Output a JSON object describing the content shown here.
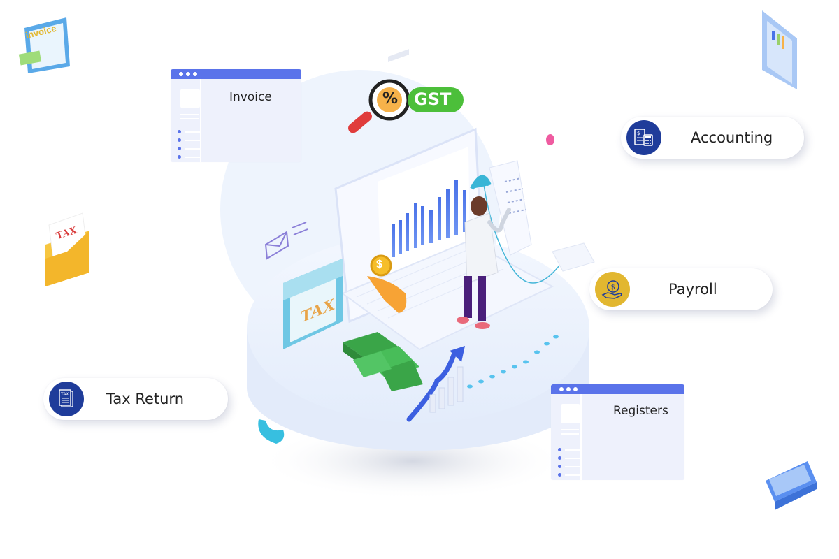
{
  "cards": {
    "accounting": {
      "label": "Accounting",
      "icon": "calculator-icon",
      "color": "#1f3c9a"
    },
    "payroll": {
      "label": "Payroll",
      "icon": "money-hand-icon",
      "color": "#e2b730"
    },
    "tax_return": {
      "label": "Tax Return",
      "icon": "tax-document-icon",
      "color": "#1f3c9a"
    }
  },
  "windows": {
    "invoice": {
      "title": "Invoice"
    },
    "registers": {
      "title": "Registers"
    }
  },
  "gst_badge": {
    "percent": "%",
    "label": "GST"
  },
  "decor": {
    "invoice_doc_label": "invoice",
    "tax_envelope_label": "TAX",
    "tax_calendar_label": "TAX",
    "tax_return_doc_label": "TAX",
    "dollar_symbol": "$"
  },
  "colors": {
    "accent": "#5a73ea",
    "gst_green": "#4cbf3a",
    "platform": "#e8f0fc"
  }
}
